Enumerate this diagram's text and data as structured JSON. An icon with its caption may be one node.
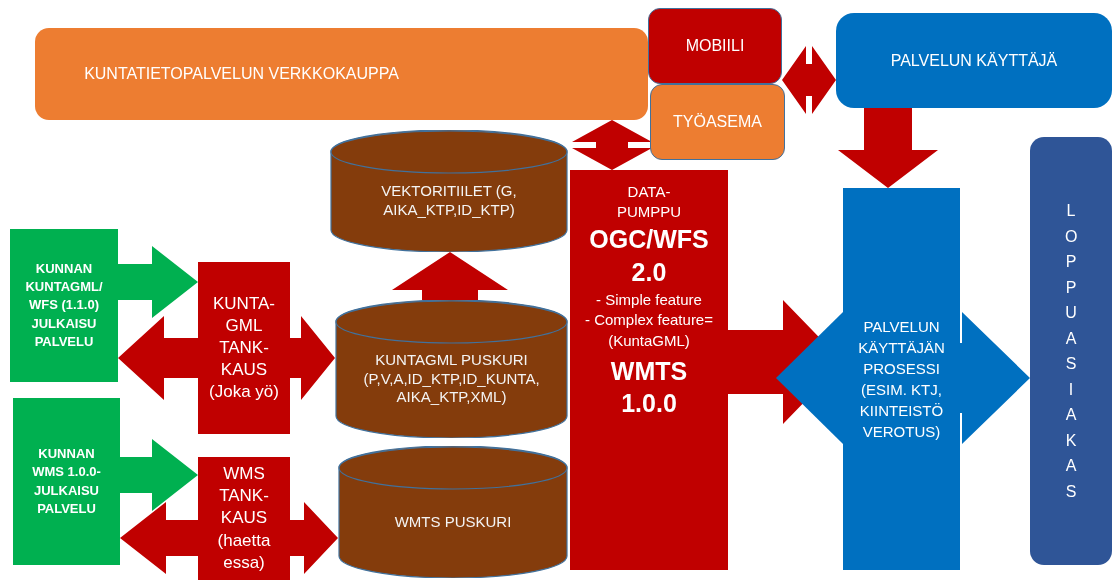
{
  "diagram": {
    "nodes": [
      {
        "text": [
          "KUNTATIETOPALVELUN VERKKOKAUPPA"
        ]
      },
      {
        "text": [
          "MOBIILI"
        ]
      },
      {
        "text": [
          "TYÖASEMA"
        ]
      },
      {
        "text": [
          "PALVELUN KÄYTTÄJÄ"
        ]
      },
      {
        "text": [
          "KUNNAN KUNTAGML/ WFS (1.1.0) JULKAISU PALVELU"
        ]
      },
      {
        "text": [
          "KUNTA- GML TANK- KAUS (Joka yö)"
        ]
      },
      {
        "text": [
          "KUNNAN WMS 1.0.0- JULKAISU PALVELU"
        ]
      },
      {
        "text": [
          "WMS TANK- KAUS (haetta essa)"
        ]
      },
      {
        "text": [
          "VEKTORITIILET (G, AIKA_KTP,ID_KTP)"
        ]
      },
      {
        "text": [
          "KUNTAGML PUSKURI (P,V,A,ID_KTP,ID_KUNTA, AIKA_KTP,XML)"
        ]
      },
      {
        "text": [
          "WMTS PUSKURI"
        ]
      },
      {
        "text": [
          "DATA- PUMPPU",
          "OGC/WFS 2.0",
          "- Simple feature",
          "- Complex feature= (KuntaGML)",
          "WMTS 1.0.0"
        ]
      },
      {
        "text": [
          "PALVELUN KÄYTTÄJÄN PROSESSI (ESIM. KTJ, KIINTEISTÖ VEROTUS)"
        ]
      },
      {
        "text": [
          "LOPPUASIAKAS"
        ]
      }
    ],
    "edges": [
      {
        "from": 4,
        "to": 5,
        "arrow": "to",
        "color": "#00b050"
      },
      {
        "from": 5,
        "to": 4,
        "arrow": "to"
      },
      {
        "from": 5,
        "to": 9,
        "arrow": "to"
      },
      {
        "from": 6,
        "to": 7,
        "arrow": "to",
        "color": "#00b050"
      },
      {
        "from": 7,
        "to": 6,
        "arrow": "to"
      },
      {
        "from": 7,
        "to": 10,
        "arrow": "to"
      },
      {
        "from": 9,
        "to": 8,
        "arrow": "to"
      },
      {
        "from": 11,
        "to": 0,
        "arrow": "both"
      },
      {
        "from": 1,
        "to": 3,
        "arrow": "both"
      },
      {
        "from": 3,
        "to": 12,
        "arrow": "to"
      },
      {
        "from": 11,
        "to": 12,
        "arrow": "to"
      },
      {
        "from": 12,
        "to": null,
        "arrow": "to",
        "color": "#0070c0"
      },
      {
        "from": 12,
        "to": 13,
        "arrow": "to",
        "color": "#0070c0"
      }
    ]
  }
}
